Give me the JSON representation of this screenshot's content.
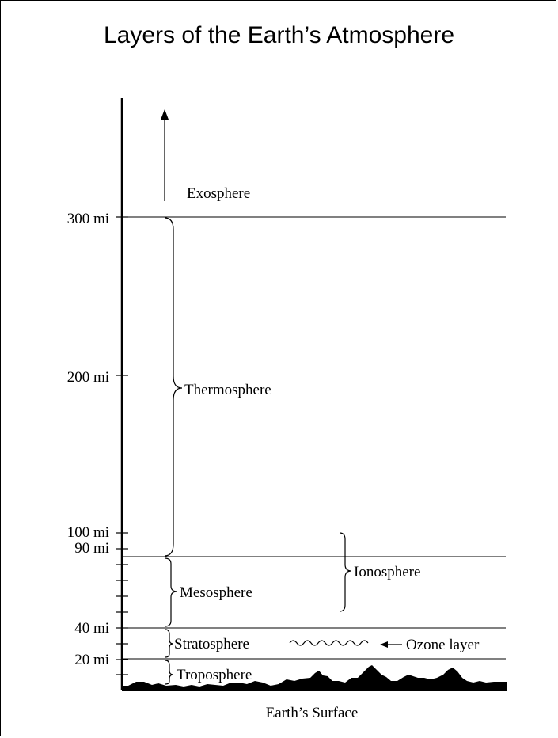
{
  "title": "Layers of the Earth’s Atmosphere",
  "altitude_labels": {
    "mi300": "300 mi",
    "mi200": "200 mi",
    "mi100": "100 mi",
    "mi90": "90 mi",
    "mi40": "40 mi",
    "mi20": "20 mi"
  },
  "layers": {
    "exosphere": "Exosphere",
    "thermosphere": "Thermosphere",
    "mesosphere": "Mesosphere",
    "stratosphere": "Stratosphere",
    "troposphere": "Troposphere",
    "ionosphere": "Ionosphere"
  },
  "ozone_label": "Ozone layer",
  "surface_label": "Earth’s Surface"
}
